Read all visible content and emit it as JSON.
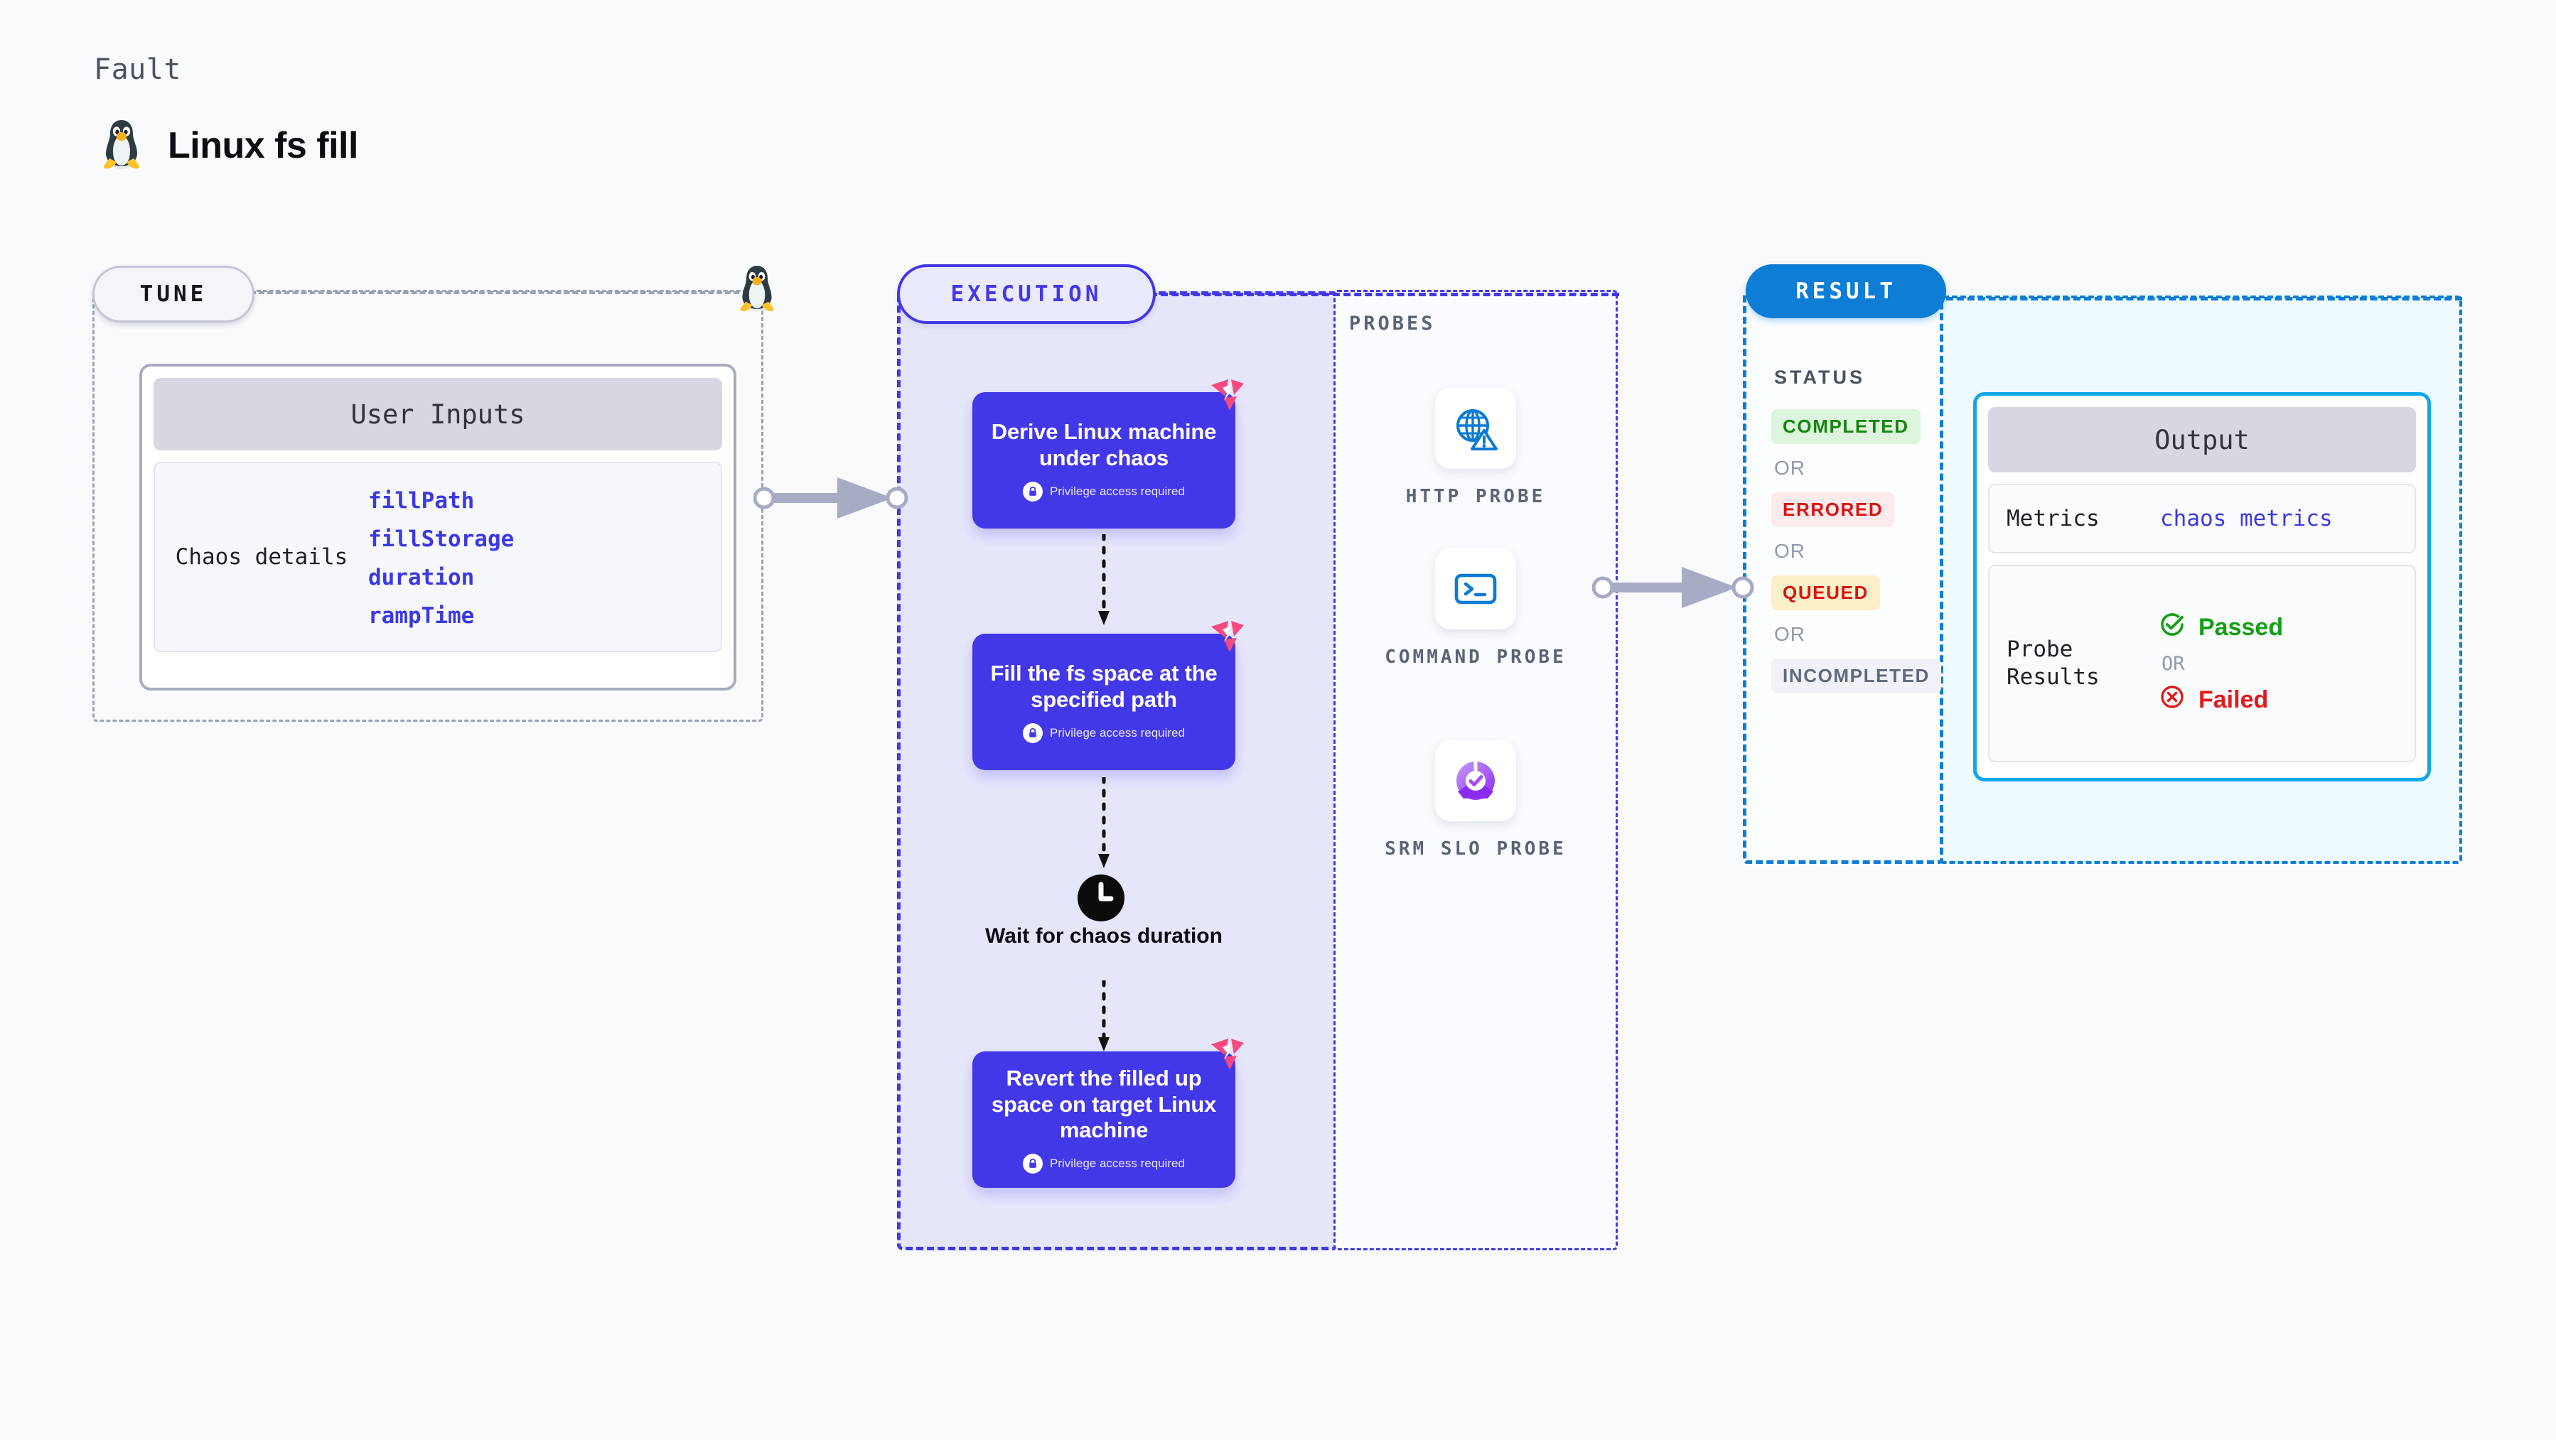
{
  "header": {
    "kicker": "Fault",
    "title": "Linux fs fill",
    "icon": "linux-penguin-icon"
  },
  "stages": {
    "tune": {
      "badge": "TUNE",
      "card_title": "User Inputs",
      "details_label": "Chaos details",
      "params": [
        "fillPath",
        "fillStorage",
        "duration",
        "rampTime"
      ]
    },
    "execution": {
      "badge": "EXECUTION",
      "nodes": [
        {
          "title": "Derive Linux machine under chaos",
          "privilege": "Privilege access required",
          "tag": "chaos-logo-icon"
        },
        {
          "title": "Fill the fs space at the specified path",
          "privilege": "Privilege access required",
          "tag": "chaos-logo-icon"
        },
        {
          "title": "Revert the filled up space on target Linux machine",
          "privilege": "Privilege access required",
          "tag": "chaos-logo-icon"
        }
      ],
      "wait_step": {
        "label": "Wait for chaos duration",
        "icon": "clock-icon"
      }
    },
    "probes": {
      "title": "PROBES",
      "items": [
        {
          "label": "HTTP PROBE",
          "icon": "globe-warning-icon"
        },
        {
          "label": "COMMAND PROBE",
          "icon": "terminal-icon"
        },
        {
          "label": "SRM SLO PROBE",
          "icon": "slo-donut-check-icon"
        }
      ]
    },
    "result": {
      "badge": "RESULT",
      "status_title": "STATUS",
      "or_label": "OR",
      "statuses": [
        {
          "label": "COMPLETED",
          "color": "#13860f",
          "bg": "#dcf5dc"
        },
        {
          "label": "ERRORED",
          "color": "#d81414",
          "bg": "#fdeaea"
        },
        {
          "label": "QUEUED",
          "color": "#d81414",
          "bg": "#fdf0c8"
        },
        {
          "label": "INCOMPLETED",
          "color": "#60687c",
          "bg": "#f1f2f7"
        }
      ],
      "output": {
        "title": "Output",
        "metrics_key": "Metrics",
        "metrics_value": "chaos metrics",
        "probe_results_key": "Probe Results",
        "passed": "Passed",
        "or_label": "OR",
        "failed": "Failed",
        "passed_color": "#12a011",
        "failed_color": "#e01b1b"
      }
    }
  },
  "colors": {
    "canvas_bg": "#f8fafc",
    "exec_accent": "#4338e8",
    "exec_fill": "#e6e6fb",
    "result_accent": "#0d7dd6",
    "result_fill": "#effafe",
    "output_border": "#12a8e8",
    "tune_border": "#9ca3b5",
    "chaos_tag": "#f8497f",
    "connector": "#a3a6bd"
  }
}
